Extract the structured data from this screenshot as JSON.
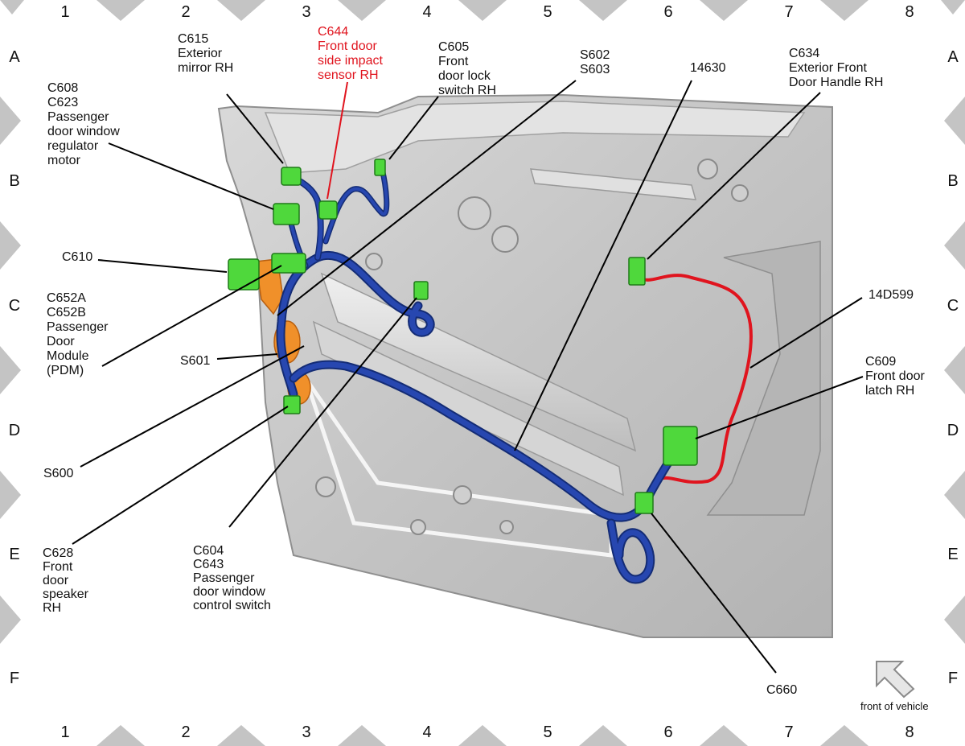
{
  "grid": {
    "columns": [
      "1",
      "2",
      "3",
      "4",
      "5",
      "6",
      "7",
      "8"
    ],
    "rows": [
      "A",
      "B",
      "C",
      "D",
      "E",
      "F"
    ]
  },
  "callouts": {
    "c615": [
      "C615",
      "Exterior",
      "mirror RH"
    ],
    "c644": [
      "C644",
      "Front door",
      "side impact",
      "sensor RH"
    ],
    "c605": [
      "C605",
      "Front",
      "door lock",
      "switch RH"
    ],
    "s602": [
      "S602",
      "S603"
    ],
    "n14630": [
      "14630"
    ],
    "c634": [
      "C634",
      "Exterior Front",
      "Door Handle RH"
    ],
    "c608": [
      "C608",
      "C623",
      "Passenger",
      "door window",
      "regulator",
      "motor"
    ],
    "c610": [
      "C610"
    ],
    "c652": [
      "C652A",
      "C652B",
      "Passenger",
      "Door",
      "Module",
      "(PDM)"
    ],
    "s601": [
      "S601"
    ],
    "s600": [
      "S600"
    ],
    "c628": [
      "C628",
      "Front",
      "door",
      "speaker",
      "RH"
    ],
    "c604": [
      "C604",
      "C643",
      "Passenger",
      "door window",
      "control switch"
    ],
    "n14d599": [
      "14D599"
    ],
    "c609": [
      "C609",
      "Front door",
      "latch RH"
    ],
    "c660": [
      "C660"
    ]
  },
  "legend": {
    "front_of_vehicle": "front of vehicle"
  },
  "colors": {
    "harness_blue": "#1f3f9e",
    "connector_green": "#4fd83c",
    "highlight_red": "#e0141e",
    "grommet_orange": "#f0902a",
    "panel_gray": "#c8c8c8",
    "marker_gray": "#bdbdbd"
  }
}
